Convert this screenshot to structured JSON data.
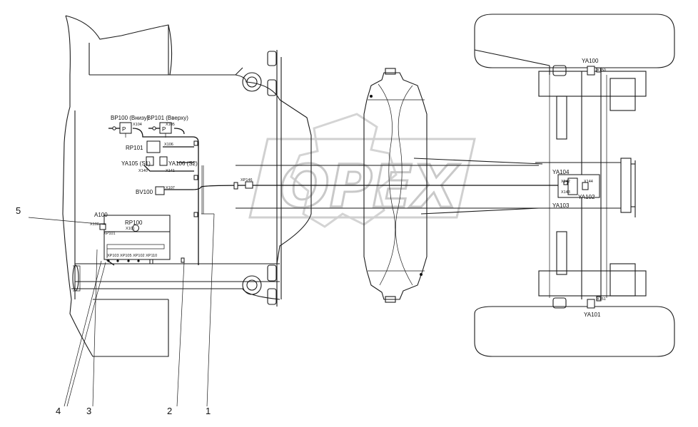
{
  "watermark": "OPEX",
  "labels": {
    "bp100": "BP100 (Внизу)",
    "bp101": "BP101 (Вверху)",
    "x104": "X104",
    "x105": "X105",
    "rp101": "RP101",
    "x106": "X106",
    "ya105": "YA105 (S1)",
    "ya106": "YA106 (S2)",
    "x140": "X140",
    "x141": "X141",
    "bv100": "BV100",
    "x107": "X107",
    "xp146": "XP146",
    "a100": "A100",
    "x100": "X100",
    "xp101": "XP101",
    "rp100": "RP100",
    "x101": "X101",
    "xp_row": "XP103 XP105 XP102 XP110",
    "ya100": "YA100",
    "x150": "X150",
    "ya101": "YA101",
    "x151": "X151",
    "ya104": "YA104",
    "x142": "X142",
    "x144": "X144",
    "x143": "X143",
    "ya102": "YA102",
    "ya103": "YA103"
  },
  "callouts": [
    "1",
    "2",
    "3",
    "4",
    "5"
  ]
}
